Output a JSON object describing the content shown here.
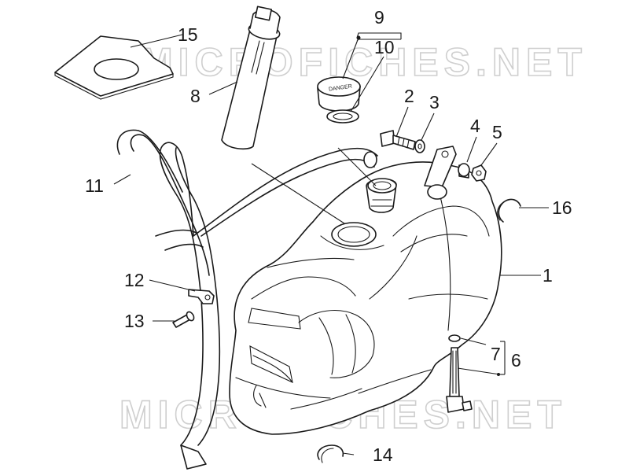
{
  "watermark": {
    "text": "MICROFICHES.NET"
  },
  "callouts": [
    {
      "id": "1",
      "label": "1"
    },
    {
      "id": "2",
      "label": "2"
    },
    {
      "id": "3",
      "label": "3"
    },
    {
      "id": "4",
      "label": "4"
    },
    {
      "id": "5",
      "label": "5"
    },
    {
      "id": "6",
      "label": "6"
    },
    {
      "id": "7",
      "label": "7"
    },
    {
      "id": "8",
      "label": "8"
    },
    {
      "id": "9",
      "label": "9"
    },
    {
      "id": "10",
      "label": "10"
    },
    {
      "id": "11",
      "label": "11"
    },
    {
      "id": "12",
      "label": "12"
    },
    {
      "id": "13",
      "label": "13"
    },
    {
      "id": "14",
      "label": "14"
    },
    {
      "id": "15",
      "label": "15"
    },
    {
      "id": "16",
      "label": "16"
    }
  ],
  "cap_marking": "DANGER"
}
